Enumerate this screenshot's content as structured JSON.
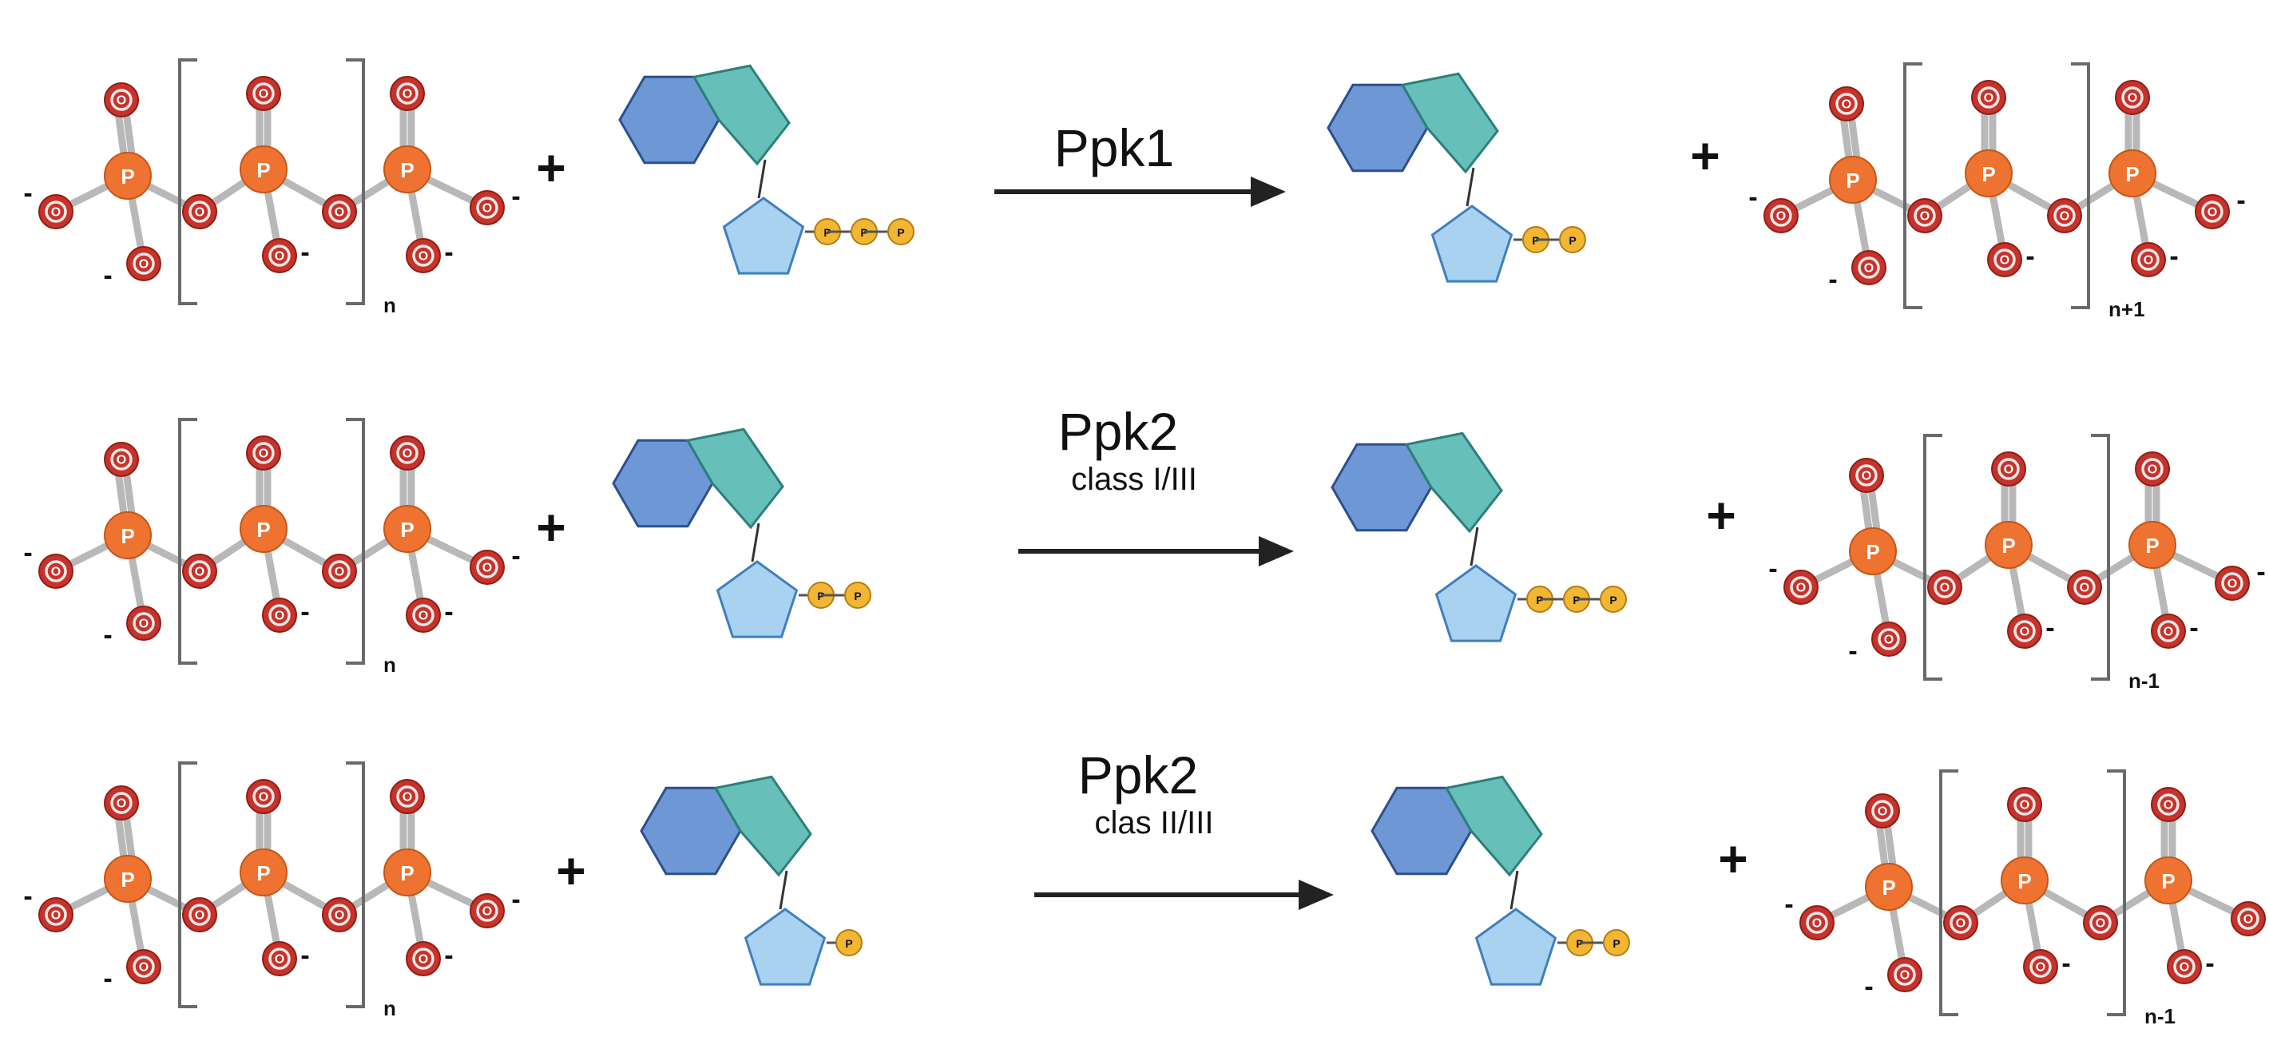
{
  "colors": {
    "oxygen": "#c7322a",
    "oxygen_ring": "#e8e8e8",
    "phosphorus": "#ee7331",
    "bond": "#b8b8b8",
    "bracket": "#6a6a6a",
    "hexagon": "#6e97d6",
    "pentagon_top": "#66bfb9",
    "pentagon_sugar": "#a9d2f1",
    "phosphate_small": "#f1b633",
    "arrow": "#222222",
    "text": "#111111"
  },
  "atoms": {
    "oxygen": "O",
    "phosphorus": "P",
    "charge": "-"
  },
  "small_phosphate_label": "P",
  "plus_sign": "+",
  "reactions": [
    {
      "enzyme": "Ppk1",
      "enzyme_class": "",
      "left_polymer_subscript": "n",
      "right_polymer_subscript": "n+1",
      "left_nucleotide_phosphates": 3,
      "right_nucleotide_phosphates": 2
    },
    {
      "enzyme": "Ppk2",
      "enzyme_class": "class I/III",
      "left_polymer_subscript": "n",
      "right_polymer_subscript": "n-1",
      "left_nucleotide_phosphates": 2,
      "right_nucleotide_phosphates": 3
    },
    {
      "enzyme": "Ppk2",
      "enzyme_class": "clas II/III",
      "left_polymer_subscript": "n",
      "right_polymer_subscript": "n-1",
      "left_nucleotide_phosphates": 1,
      "right_nucleotide_phosphates": 2
    }
  ]
}
